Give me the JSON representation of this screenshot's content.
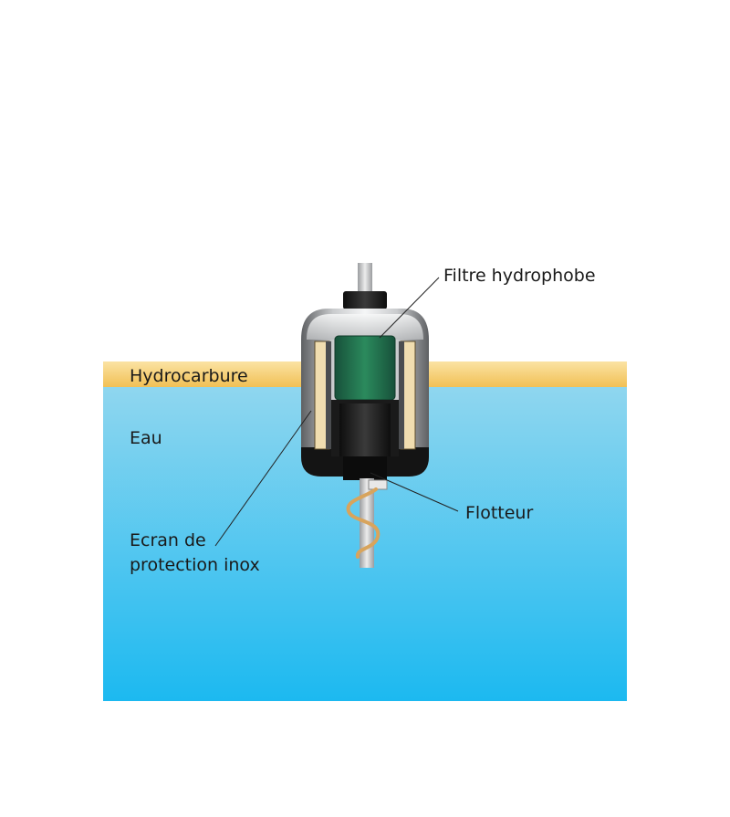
{
  "labels": {
    "oil_layer": "Hydrocarbure",
    "water": "Eau",
    "filter": "Filtre hydrophobe",
    "float": "Flotteur",
    "screen_line1": "Ecran de",
    "screen_line2": "protection inox"
  },
  "colors": {
    "oil_light": "#fbe3a3",
    "oil_dark": "#f1c055",
    "water_top": "#8fd6ef",
    "water_bottom": "#1cb9f0",
    "filter_green": "#1f6b48",
    "steel_light": "#f2f3f4",
    "steel_dark": "#707275",
    "body_black": "#1a1a1a",
    "sleeve": "#f0ddb0",
    "hose": "#d8a45c"
  }
}
